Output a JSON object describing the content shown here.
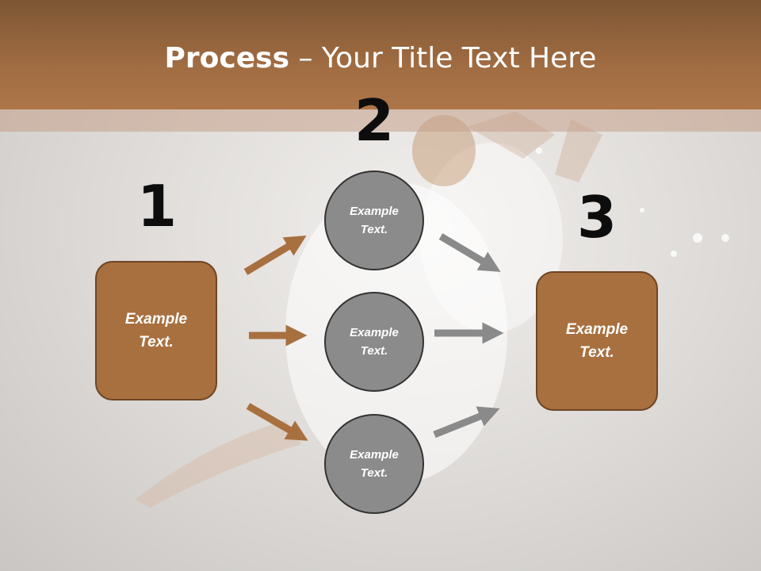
{
  "title": {
    "bold": "Process",
    "rest": " – Your Title Text Here"
  },
  "steps": {
    "one": "1",
    "two": "2",
    "three": "3"
  },
  "boxes": {
    "left": "Example Text.",
    "right": "Example Text."
  },
  "circles": {
    "top": "Example Text.",
    "middle": "Example Text.",
    "bottom": "Example Text."
  },
  "colors": {
    "brown": "#a8703f",
    "grey": "#8b8b8b",
    "arrow_brown": "#a8703f",
    "arrow_grey": "#8a8a8a"
  }
}
